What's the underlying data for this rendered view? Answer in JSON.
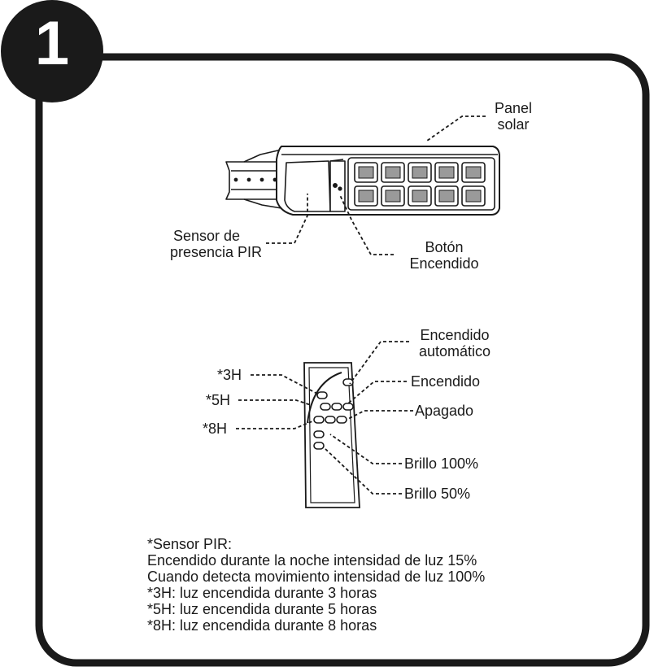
{
  "step_number": "1",
  "callouts": {
    "solar_panel": [
      "Panel",
      "solar"
    ],
    "pir_sensor": [
      "Sensor de",
      "presencia PIR"
    ],
    "power_button": [
      "Botón",
      "Encendido"
    ],
    "auto_on": [
      "Encendido",
      "automático"
    ],
    "on": "Encendido",
    "off": "Apagado",
    "brightness_100": "Brillo 100%",
    "brightness_50": "Brillo 50%",
    "timer_3h": "*3H",
    "timer_5h": "*5H",
    "timer_8h": "*8H"
  },
  "notes": [
    "*Sensor PIR:",
    "Encendido durante la noche intensidad de luz 15%",
    "Cuando detecta movimiento intensidad de luz 100%",
    "*3H: luz encendida durante 3 horas",
    "*5H: luz encendida durante 5 horas",
    "*8H: luz encendida durante 8 horas"
  ]
}
